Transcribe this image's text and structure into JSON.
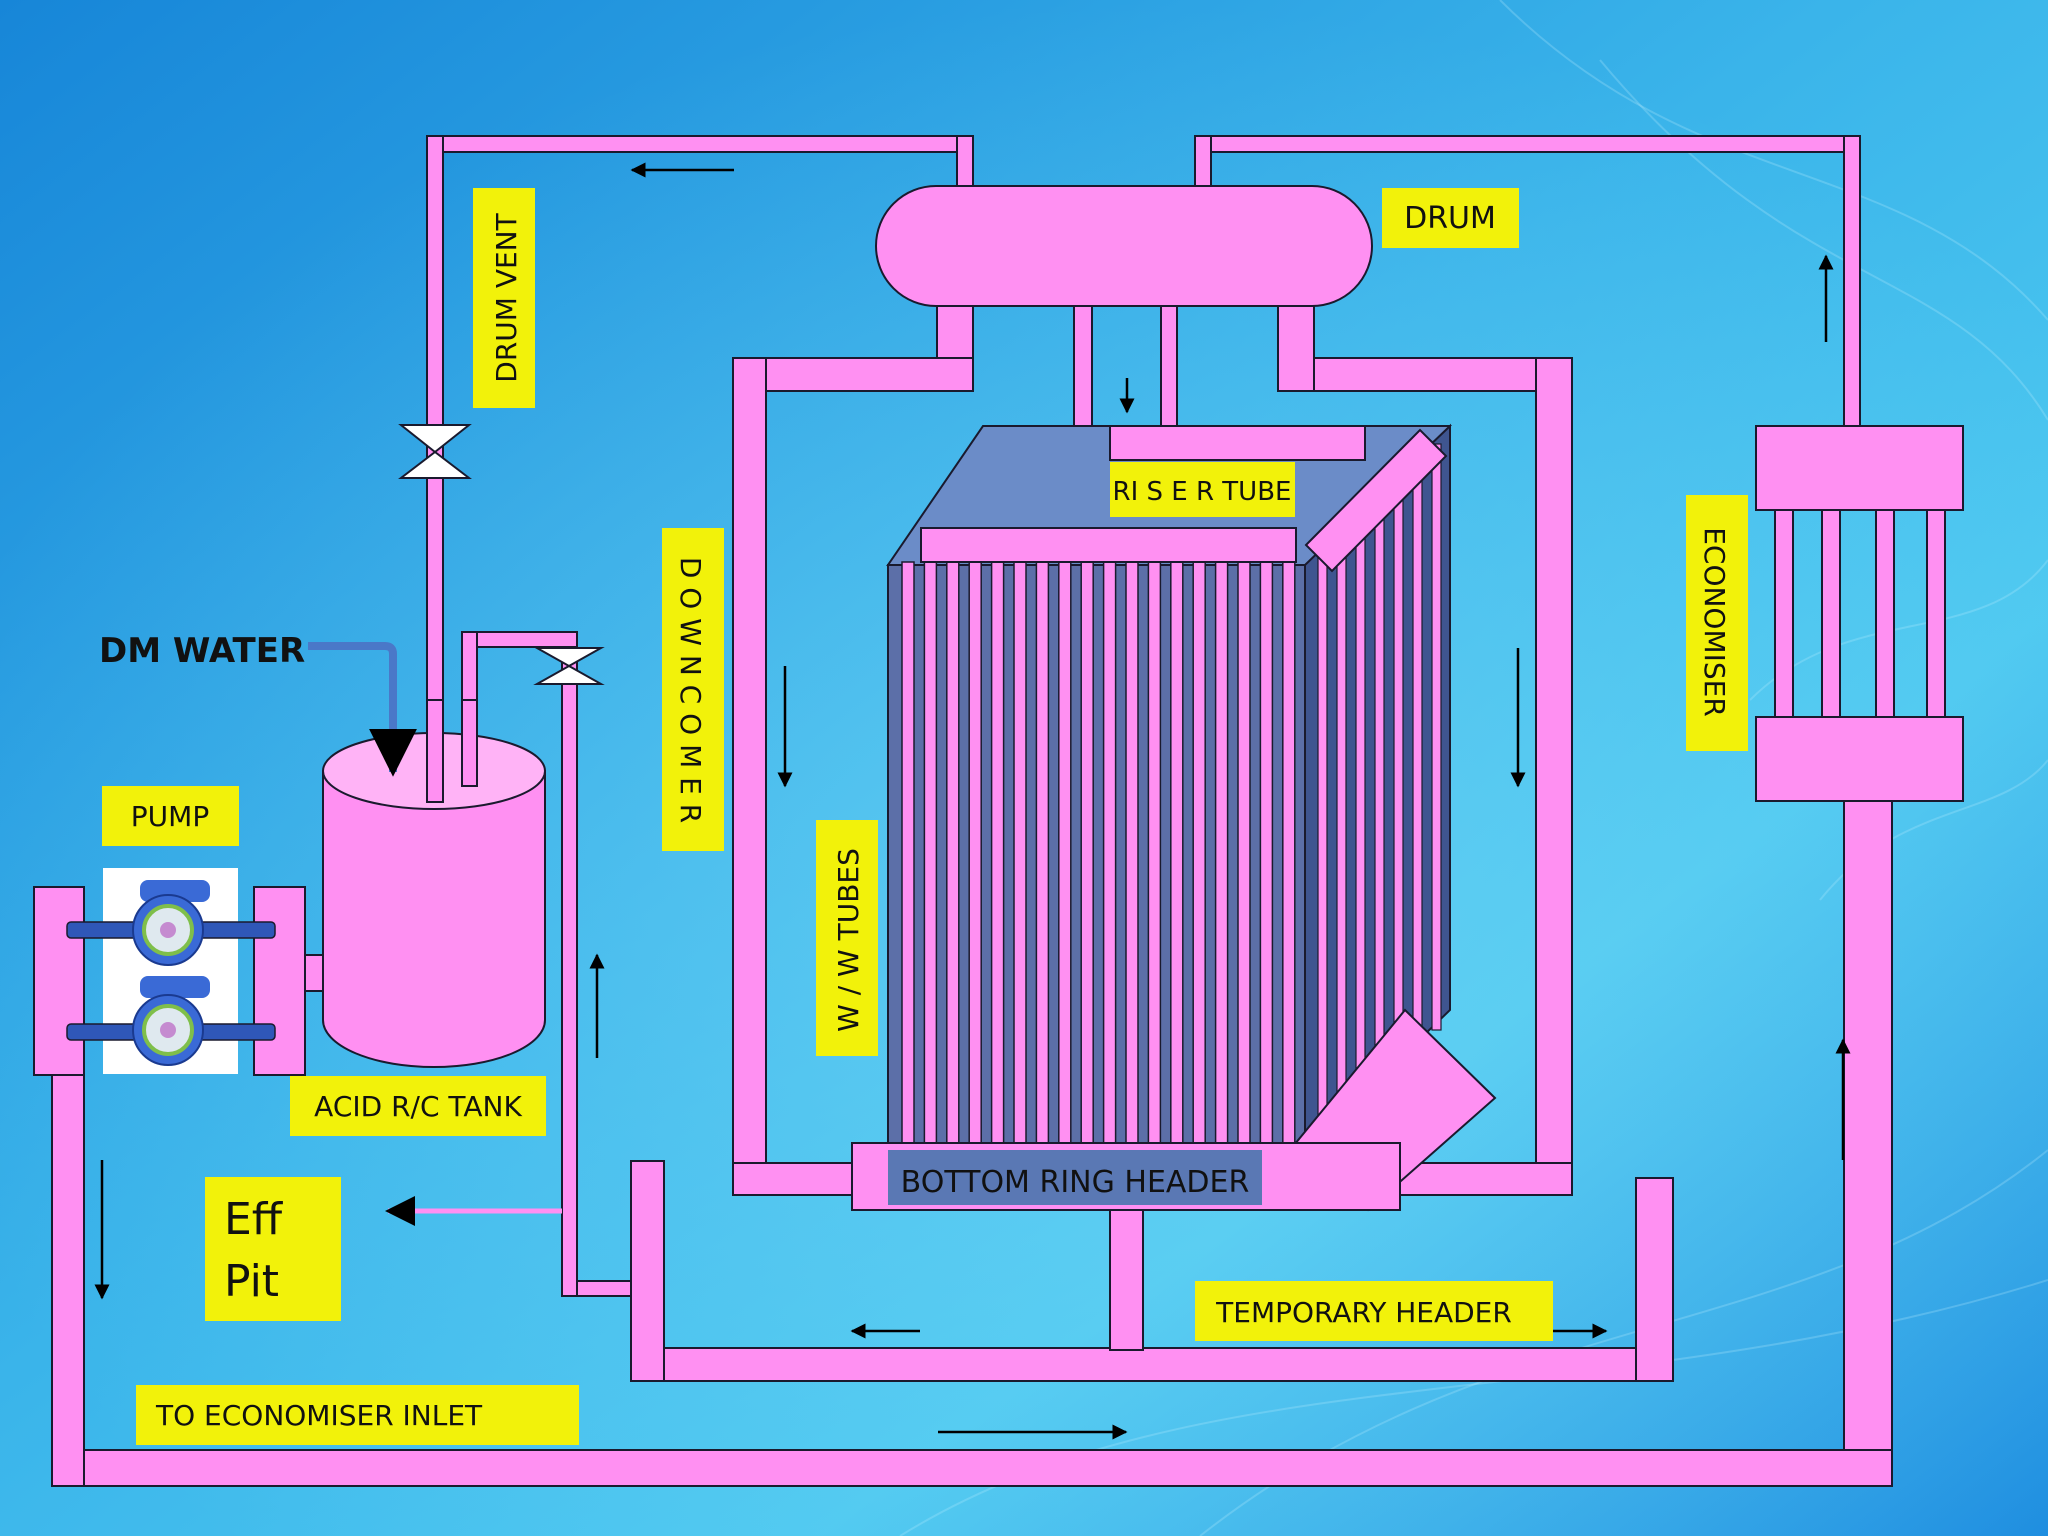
{
  "labels": {
    "drum": "DRUM",
    "drum_vent": "DRUM VENT",
    "downcomer": "D O W N C O M E R",
    "riser_tube": "RI S E R TUBE",
    "ww_tubes": "W / W  TUBES",
    "economiser": "ECONOMISER",
    "dm_water": "DM WATER",
    "pump": "PUMP",
    "acid_tank": "ACID R/C TANK",
    "eff_pit_line1": "Eff",
    "eff_pit_line2": "Pit",
    "bottom_ring_header": "BOTTOM RING HEADER",
    "temporary_header": "TEMPORARY HEADER",
    "to_economiser_inlet": "TO  ECONOMISER  INLET"
  },
  "colors": {
    "pipe_fill": "#ff90f2",
    "pipe_stroke": "#1a1a2e",
    "label_bg": "#f2f20a",
    "tube_front": "#5c6fa8",
    "box_top": "#6b8cc8",
    "box_side": "#3f5590",
    "ring_header": "#5a78b4",
    "bg_light": "#4ec8ee",
    "bg_dark": "#1a7fd8",
    "arrow": "#000000",
    "dm_arrow": "#4a78c8",
    "eff_arrow": "#ff90f2"
  }
}
